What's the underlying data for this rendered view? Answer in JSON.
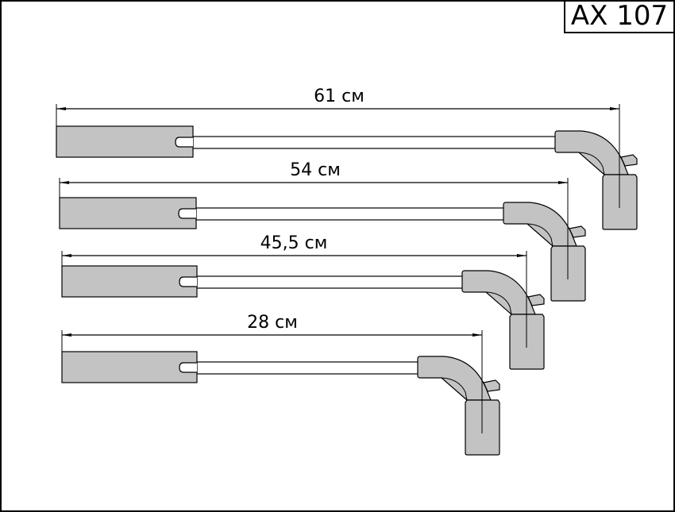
{
  "part_code": "AX 107",
  "colors": {
    "boot": "#c3c3c3",
    "line": "#000000"
  },
  "cables": [
    {
      "length_label": "61 см"
    },
    {
      "length_label": "54 см"
    },
    {
      "length_label": "45,5 см"
    },
    {
      "length_label": "28 см"
    }
  ]
}
